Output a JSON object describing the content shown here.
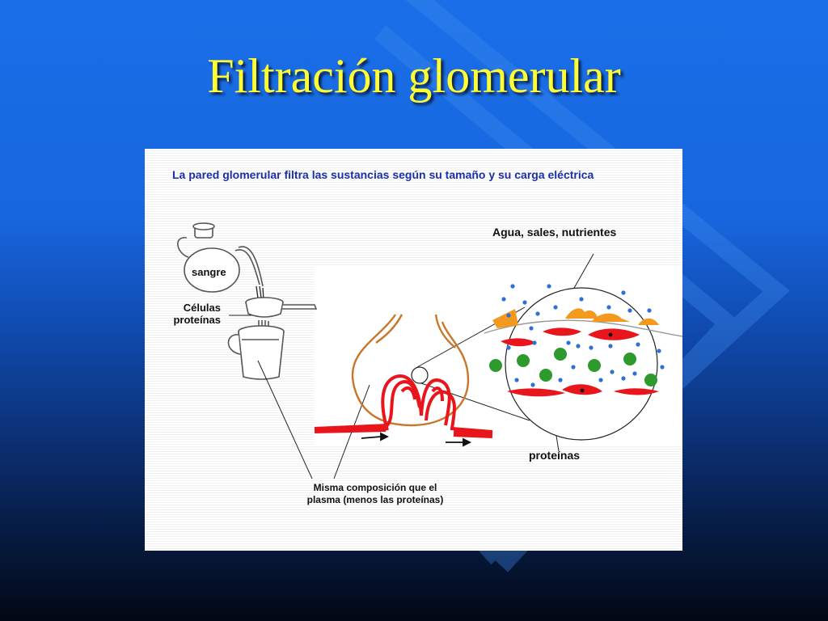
{
  "slide": {
    "title": "Filtración glomerular"
  },
  "figure": {
    "heading": "La pared glomerular filtra las sustancias según su tamaño y su carga eléctrica",
    "labels": {
      "blood": "sangre",
      "cells_line1": "Células",
      "cells_line2": "proteínas",
      "water_salts": "Agua, sales, nutrientes",
      "proteins": "proteínas",
      "composition_line1": "Misma composición que el",
      "composition_line2": "plasma (menos las proteínas)"
    }
  },
  "colors": {
    "title": "#ffff33",
    "heading": "#1a2fa8",
    "capillary": "#e8161c",
    "capsule": "#c8762a",
    "protein": "#2e9a2e",
    "small_solute": "#2f6fd8",
    "cell_orange": "#f39a1e"
  }
}
